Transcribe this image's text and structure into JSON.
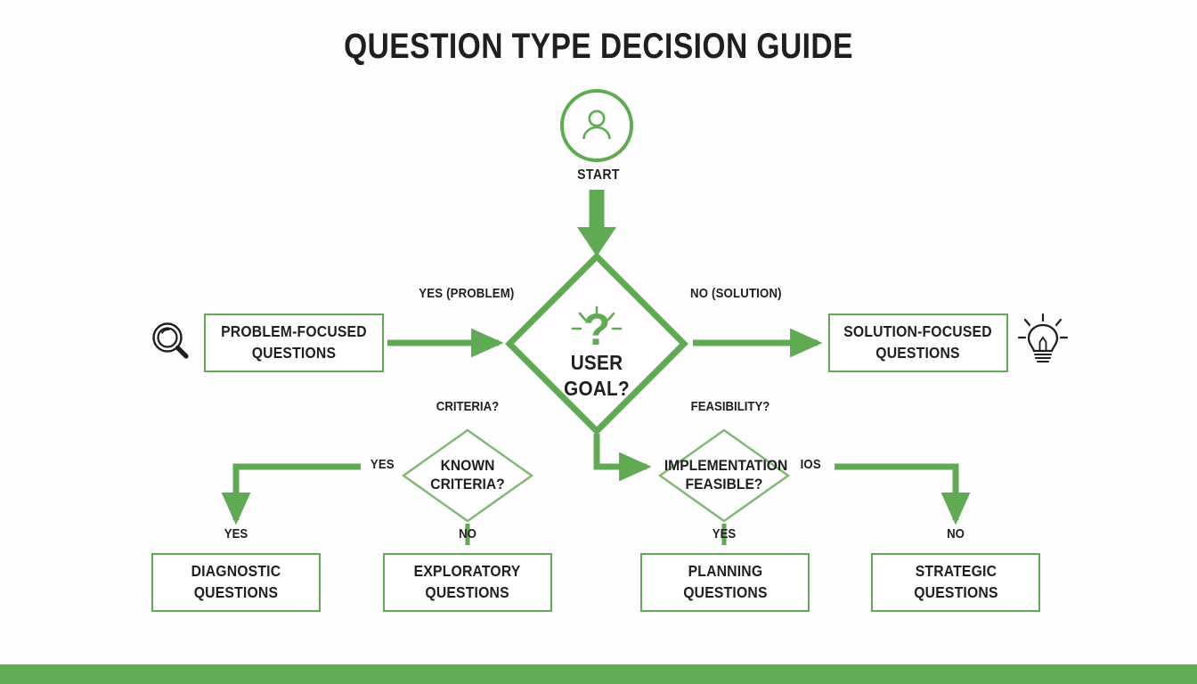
{
  "page": {
    "title": "QUESTION TYPE DECISION GUIDE",
    "background_color": "#fdfefd",
    "accent_color": "#5faa53",
    "footer_color": "#63ab57",
    "text_color": "#1f1f1f"
  },
  "start": {
    "label": "START",
    "icon": "user-icon"
  },
  "decisions": {
    "main": {
      "label_line1": "USER",
      "label_line2": "GOAL?",
      "icon": "question-mark-icon"
    },
    "criteria": {
      "caption": "CRITERIA?",
      "label_line1": "KNOWN",
      "label_line2": "CRITERIA?",
      "yes_label": "YES",
      "no_label": "NO"
    },
    "feasibility": {
      "caption": "FEASIBILITY?",
      "label_line1": "IMPLEMENTATION",
      "label_line2": "FEASIBLE?",
      "yes_label": "YES",
      "no_label": "IOS"
    }
  },
  "edges": {
    "yes_problem": "YES (PROBLEM)",
    "no_solution": "NO (SOLUTION)",
    "diagnostic_branch": "YES",
    "exploratory_branch": "NO",
    "planning_branch": "YES",
    "strategic_branch": "NO"
  },
  "boxes": {
    "problem_focused": {
      "line1": "PROBLEM-FOCUSED",
      "line2": "QUESTIONS",
      "icon": "magnifier-icon"
    },
    "solution_focused": {
      "line1": "SOLUTION-FOCUSED",
      "line2": "QUESTIONS",
      "icon": "lightbulb-icon"
    },
    "diagnostic": {
      "line1": "DIAGNOSTIC",
      "line2": "QUESTIONS"
    },
    "exploratory": {
      "line1": "EXPLORATORY",
      "line2": "QUESTIONS"
    },
    "planning": {
      "line1": "PLANNING",
      "line2": "QUESTIONS"
    },
    "strategic": {
      "line1": "STRATEGIC",
      "line2": "QUESTIONS"
    }
  }
}
